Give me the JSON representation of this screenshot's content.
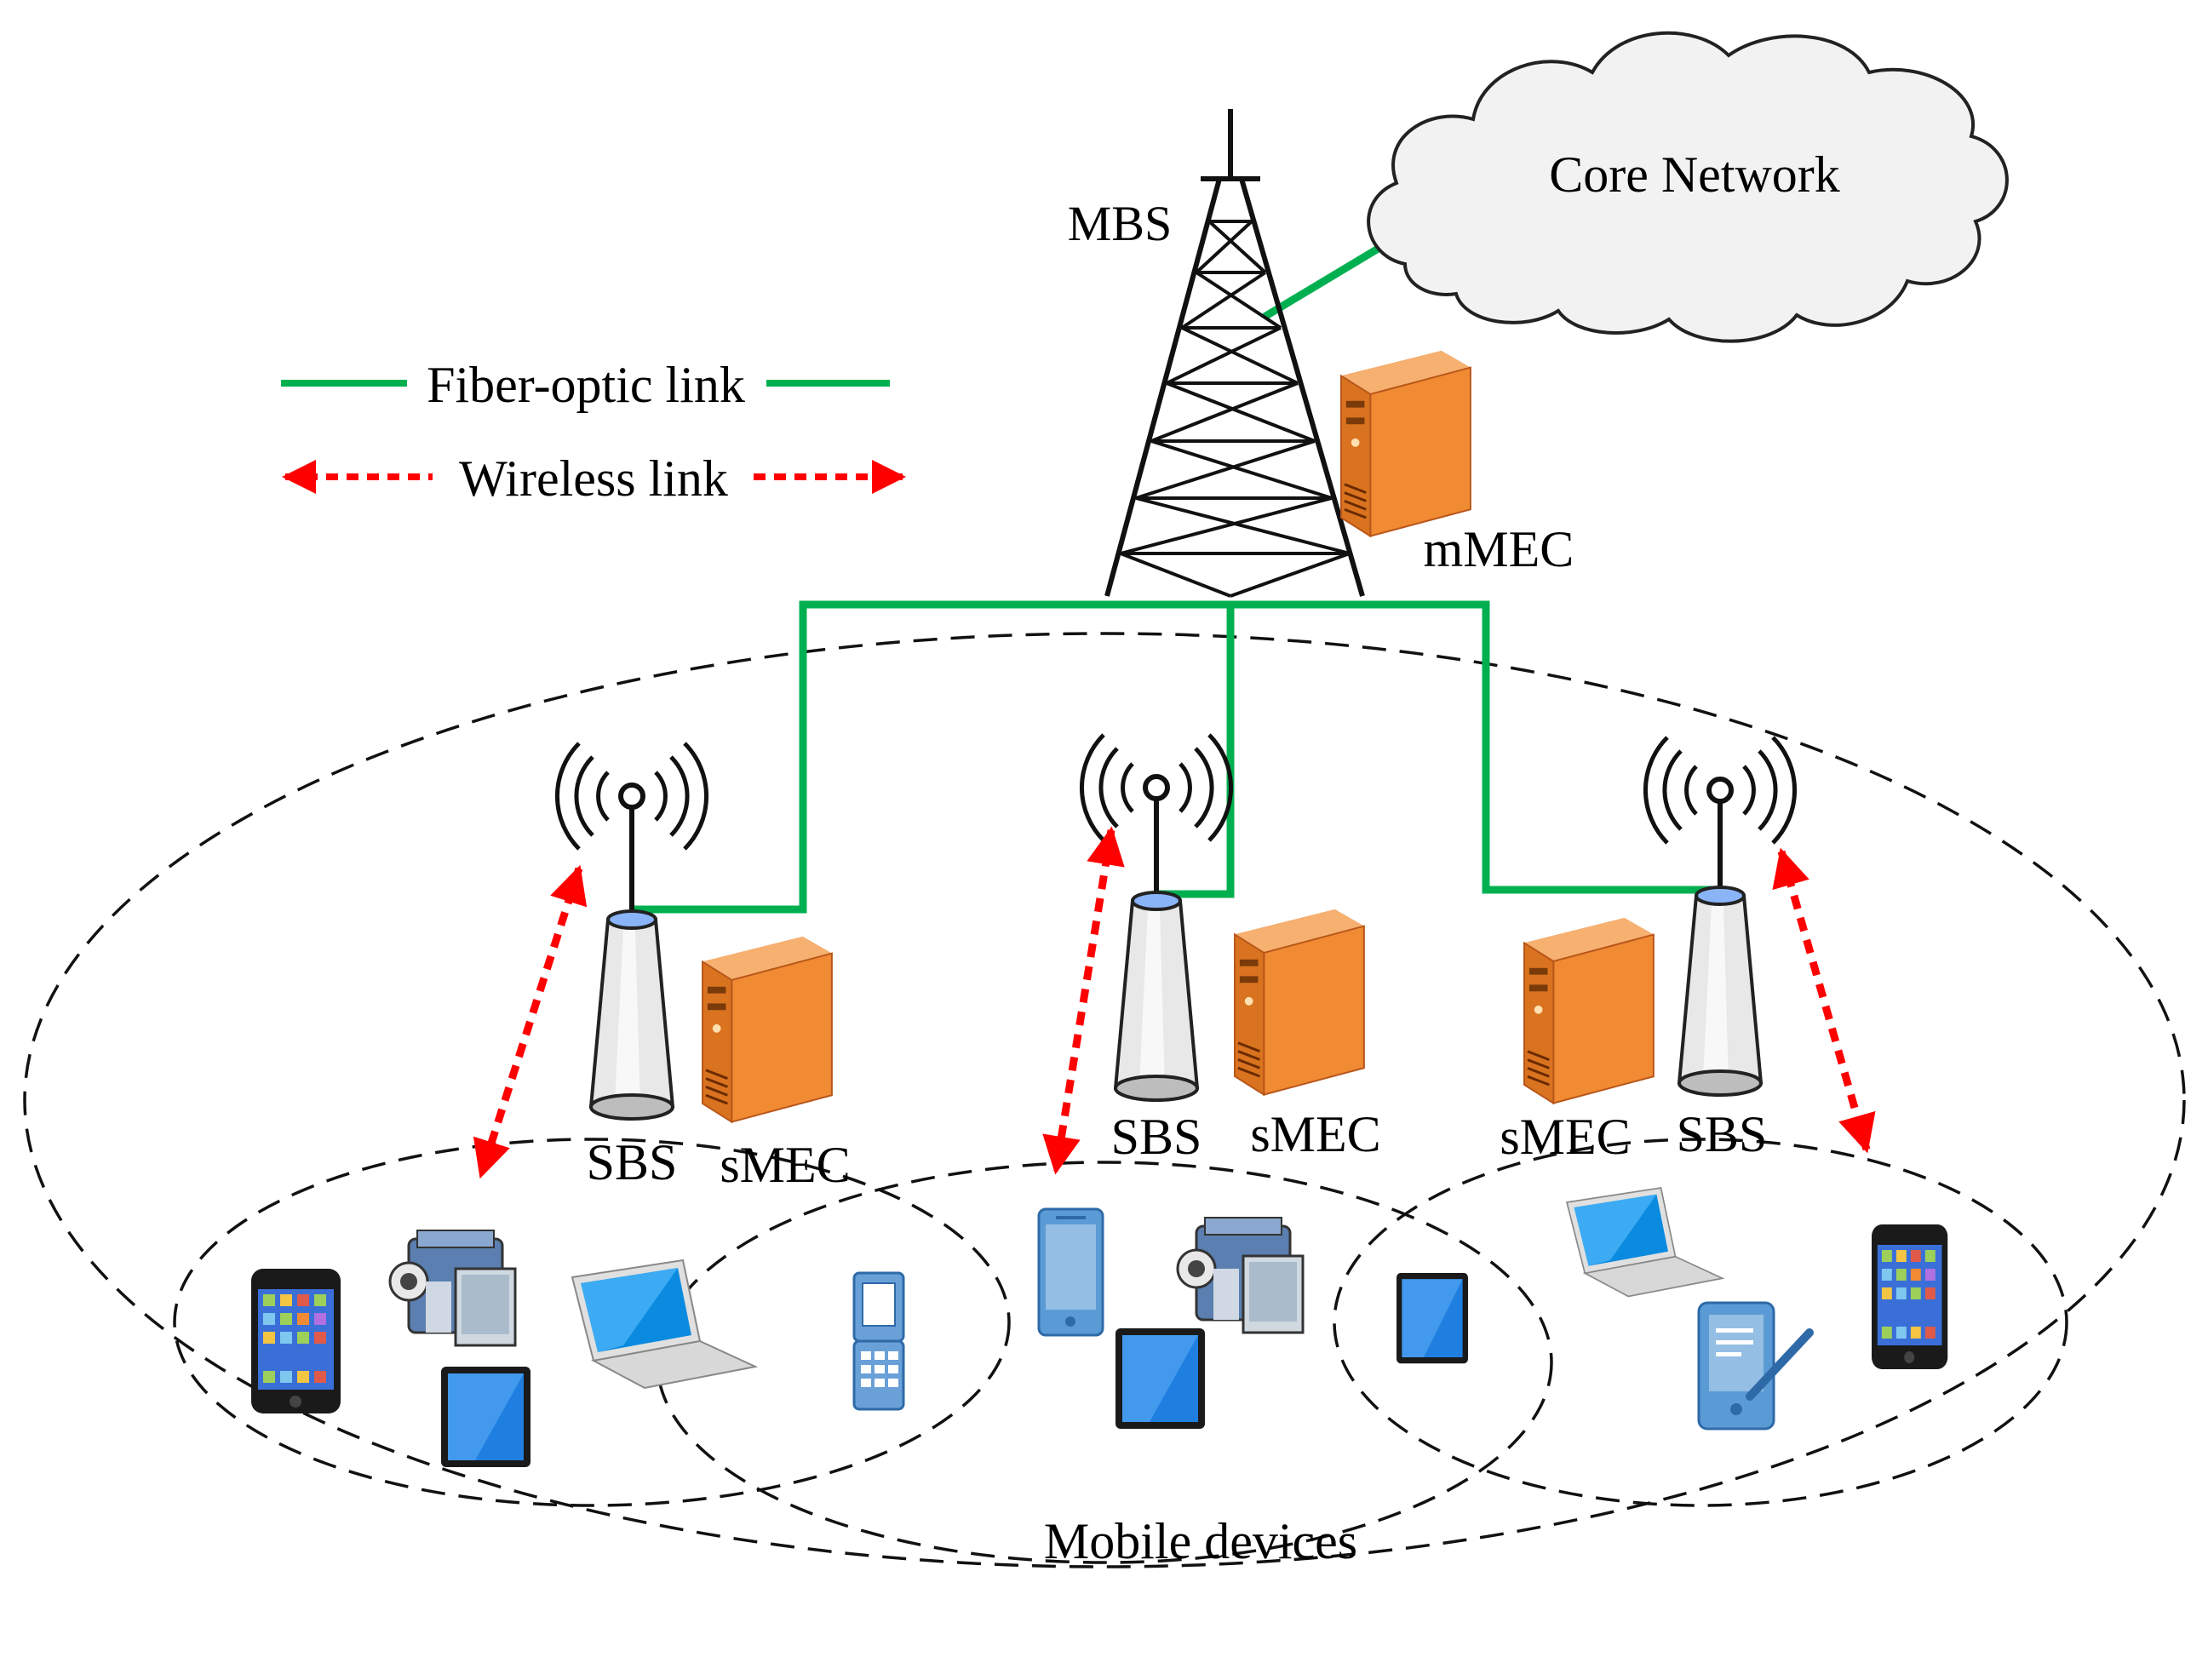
{
  "colors": {
    "fiber": "#00b050",
    "wireless": "#ff0000",
    "server_body": "#f08a33",
    "server_side": "#c9621a",
    "device_blue": "#5b9bd5",
    "screen_blue": "#1e90ff"
  },
  "labels": {
    "core_network": "Core Network",
    "mbs": "MBS",
    "mmec": "mMEC",
    "mobile_devices": "Mobile devices"
  },
  "legend": {
    "fiber": "Fiber-optic link",
    "wireless": "Wireless link"
  },
  "stations": [
    {
      "sbs": "SBS",
      "smec": "sMEC"
    },
    {
      "sbs": "SBS",
      "smec": "sMEC"
    },
    {
      "sbs": "SBS",
      "smec": "sMEC"
    }
  ],
  "icons": {
    "tower": "lattice-tower-icon",
    "server": "server-icon",
    "antenna": "antenna-broadcast-icon",
    "small_cell": "small-cell-base-station-icon",
    "devices": [
      "smartphone-icon",
      "camcorder-icon",
      "tablet-icon",
      "laptop-icon",
      "flip-phone-icon",
      "pda-stylus-icon"
    ]
  }
}
